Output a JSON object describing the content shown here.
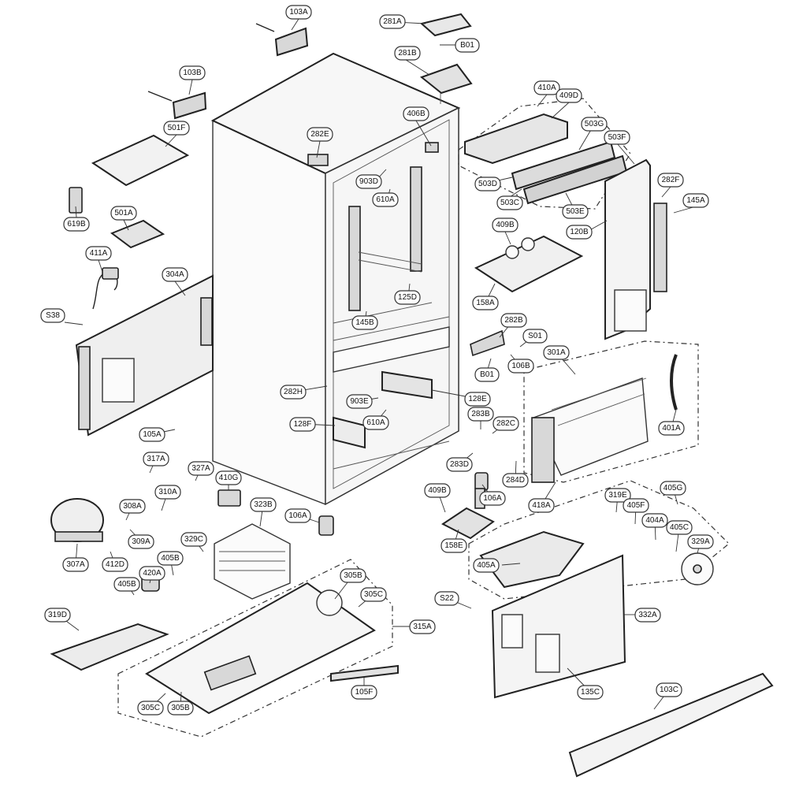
{
  "diagram": {
    "type": "exploded-parts-view",
    "part_labels": {
      "p103A": "103A",
      "p103B": "103B",
      "p103C": "103C",
      "p105A": "105A",
      "p105B": "405B",
      "p105F": "105F",
      "p106A1": "106A",
      "p106A2": "106A",
      "p106B": "106B",
      "p120B": "120B",
      "p125D": "125D",
      "p128E": "128E",
      "p128F": "128F",
      "p135C": "135C",
      "p145A": "145A",
      "p145B": "145B",
      "p158A": "158A",
      "p158E": "158E",
      "p281A": "281A",
      "p281B": "281B",
      "p282B": "282B",
      "p282C": "282C",
      "p282E": "282E",
      "p282F": "282F",
      "p282H": "282H",
      "p283B": "283B",
      "p283D": "283D",
      "p284D": "284D",
      "p301A": "301A",
      "p304A": "304A",
      "p305B1": "305B",
      "p305B2": "305B",
      "p305C1": "305C",
      "p305C2": "305C",
      "p307A": "307A",
      "p308A": "308A",
      "p309A": "309A",
      "p310A": "310A",
      "p315A": "315A",
      "p317A": "317A",
      "p319D": "319D",
      "p319E": "319E",
      "p323B": "323B",
      "p327A": "327A",
      "p329A": "329A",
      "p329C": "329C",
      "p332A": "332A",
      "p401A": "401A",
      "p404A": "404A",
      "p405A": "405A",
      "p405B2": "405B",
      "p405C": "405C",
      "p405F": "405F",
      "p405G": "405G",
      "p406B": "406B",
      "p409B1": "409B",
      "p409B2": "409B",
      "p409D": "409D",
      "p410A": "410A",
      "p410G": "410G",
      "p411A": "411A",
      "p412D": "412D",
      "p418A": "418A",
      "p420A": "420A",
      "p501A": "501A",
      "p501F": "501F",
      "p503C": "503C",
      "p503D": "503D",
      "p503E": "503E",
      "p503F": "503F",
      "p503G": "503G",
      "p610A1": "610A",
      "p610A2": "610A",
      "p619B": "619B",
      "p903D": "903D",
      "p903E": "903E",
      "pB01a": "B01",
      "pB01b": "B01",
      "pS01": "S01",
      "pS22": "S22",
      "pS38": "S38"
    }
  }
}
